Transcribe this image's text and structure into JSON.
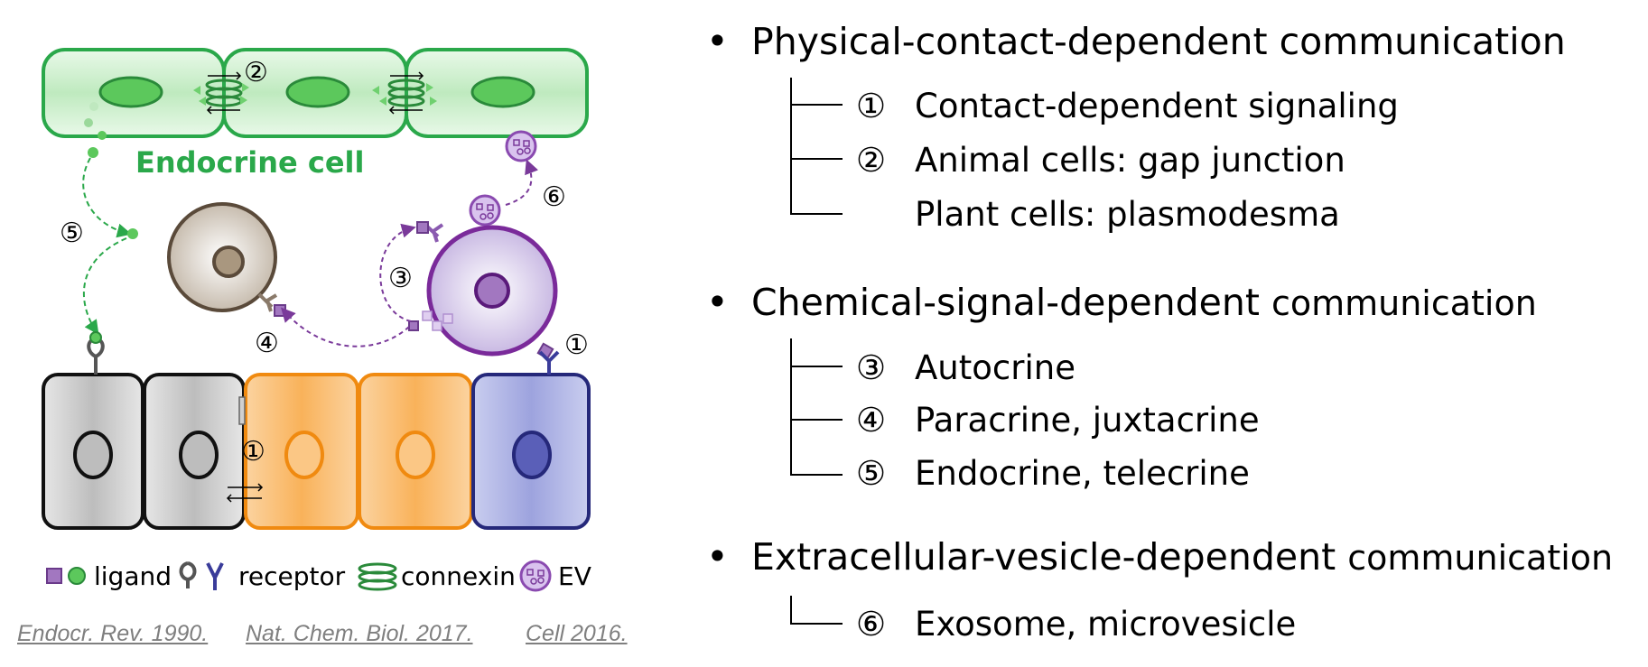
{
  "diagram": {
    "endocrine_label": "Endocrine cell",
    "markers": {
      "m1_membrane": "①",
      "m1_junction": "①",
      "m2": "②",
      "m3": "③",
      "m4": "④",
      "m5": "⑤",
      "m6": "⑥"
    },
    "legend": {
      "ligand": "ligand",
      "receptor": "receptor",
      "connexin": "connexin",
      "ev": "EV"
    },
    "references": [
      "Endocr. Rev. 1990.",
      "Nat. Chem. Biol. 2017.",
      "Cell 2016."
    ],
    "colors": {
      "endocrine_green": "#2aa84a",
      "endocrine_fill": "#c8eec8",
      "nucleus_green": "#5cc85c",
      "purple": "#7a3a9a",
      "ligand_purple": "#a277c0",
      "gray_cell": "#c8c8c8",
      "orange_cell": "#f7a335",
      "blue_cell": "#3a3c9a",
      "brown_cell": "#8a7a6a"
    }
  },
  "outline": {
    "sections": [
      {
        "bullet": "•",
        "heading": "Physical-contact-dependent communication",
        "heading_tail": "",
        "items": [
          {
            "marker": "①",
            "text": "Contact-dependent signaling"
          },
          {
            "marker": "②",
            "text": "Animal cells: gap junction"
          },
          {
            "marker": "",
            "text": "Plant cells: plasmodesma"
          }
        ]
      },
      {
        "bullet": "•",
        "heading": "Chemical-signal-dependent",
        "heading_tail": "communication",
        "items": [
          {
            "marker": "③",
            "text": "Autocrine"
          },
          {
            "marker": "④",
            "text": "Paracrine, juxtacrine"
          },
          {
            "marker": "⑤",
            "text": "Endocrine, telecrine"
          }
        ]
      },
      {
        "bullet": "•",
        "heading": "Extracellular-vesicle-dependent",
        "heading_tail": "communication",
        "items": [
          {
            "marker": "⑥",
            "text": "Exosome, microvesicle"
          }
        ]
      }
    ]
  }
}
